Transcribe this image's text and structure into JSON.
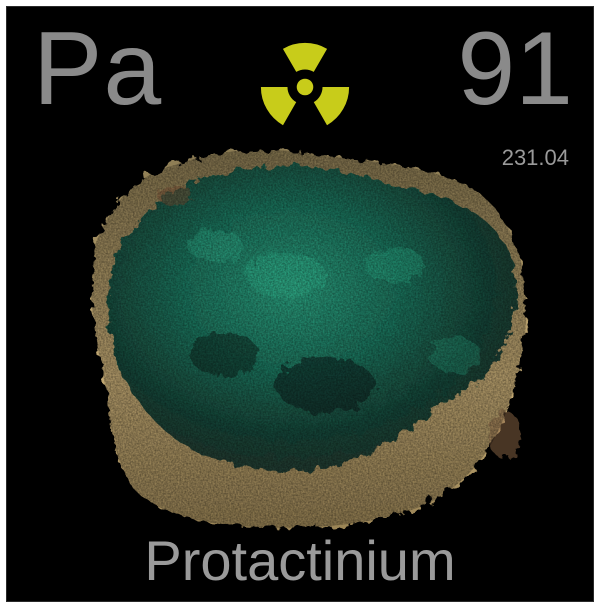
{
  "element": {
    "symbol": "Pa",
    "atomic_number": "91",
    "atomic_mass": "231.04",
    "name": "Protactinium"
  },
  "icons": {
    "radiation": "radiation-trefoil-icon"
  },
  "colors": {
    "background": "#000000",
    "text": "#8a8a8a",
    "radiation_symbol": "#c8cc1a",
    "mineral_green": "#1f8a6e",
    "mineral_tan": "#b8a070"
  }
}
